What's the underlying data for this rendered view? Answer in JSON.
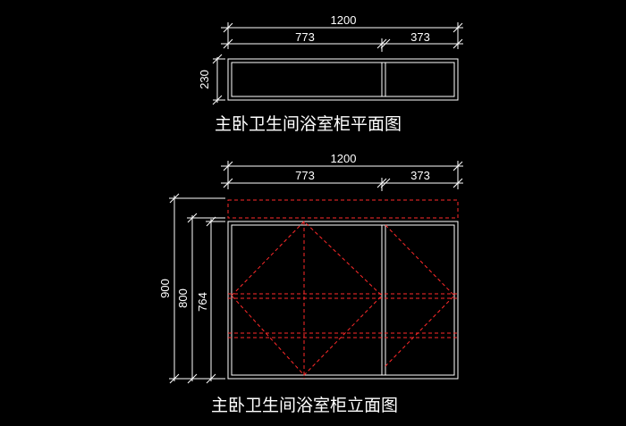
{
  "plan": {
    "title": "主卧卫生间浴室柜平面图",
    "dims": {
      "total": "1200",
      "left": "773",
      "right": "373",
      "depth": "230"
    }
  },
  "elevation": {
    "title": "主卧卫生间浴室柜立面图",
    "dims": {
      "total": "1200",
      "left": "773",
      "right": "373",
      "height_total": "900",
      "height_mid": "800",
      "height_inner": "764"
    }
  },
  "colors": {
    "background": "#000000",
    "line": "#ffffff",
    "hidden_line": "#ff2a2a"
  }
}
